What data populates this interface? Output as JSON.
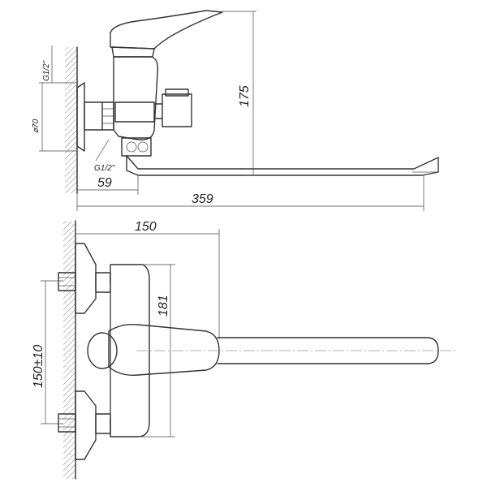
{
  "dimensions": {
    "g12_top": "G1/2\"",
    "dia70": "⌀70",
    "g12_bottom": "G1/2\"",
    "d175": "175",
    "d59": "59",
    "d359": "359",
    "d150_top": "150",
    "d181": "181",
    "d150_tol": "150±10"
  }
}
